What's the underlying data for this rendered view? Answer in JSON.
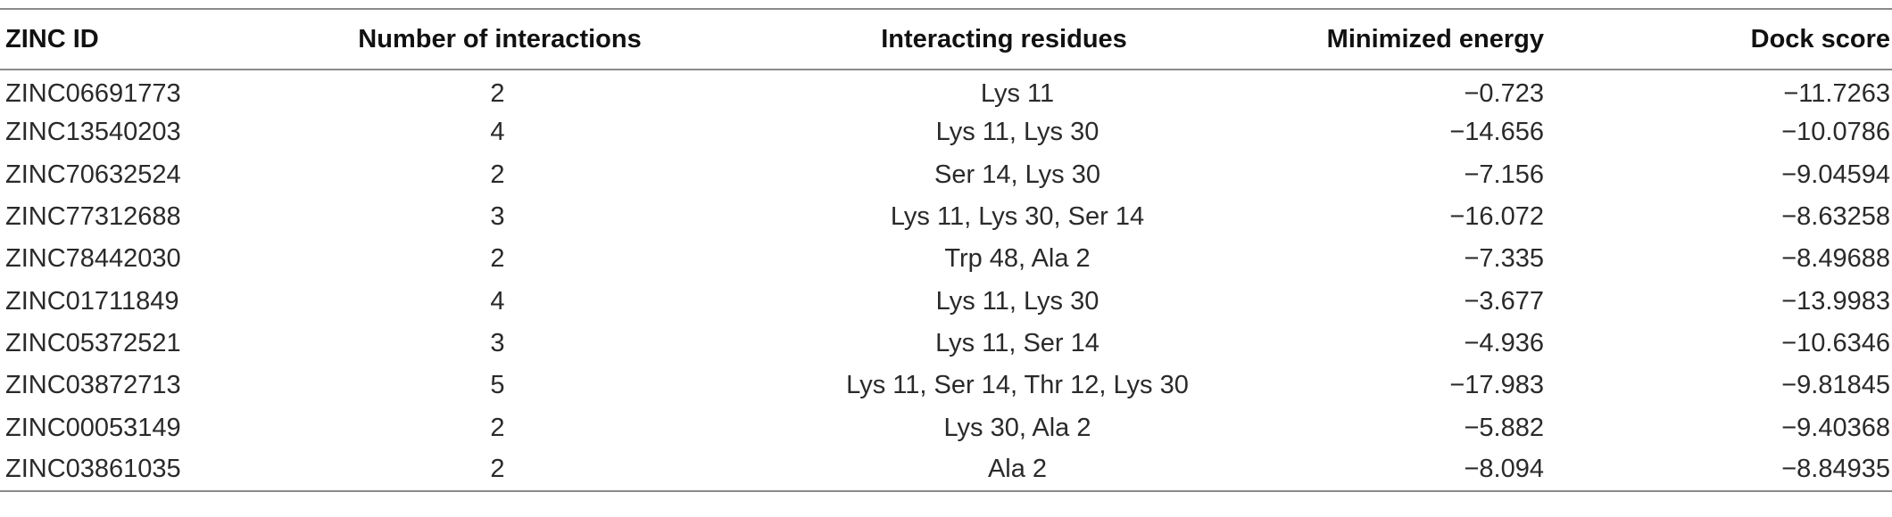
{
  "table": {
    "headers": [
      "ZINC ID",
      "Number of interactions",
      "Interacting residues",
      "Minimized energy",
      "Dock score"
    ],
    "rows": [
      [
        "ZINC06691773",
        "2",
        "Lys 11",
        "−0.723",
        "−11.7263"
      ],
      [
        "ZINC13540203",
        "4",
        "Lys 11, Lys 30",
        "−14.656",
        "−10.0786"
      ],
      [
        "ZINC70632524",
        "2",
        "Ser 14, Lys 30",
        "−7.156",
        "−9.04594"
      ],
      [
        "ZINC77312688",
        "3",
        "Lys 11, Lys 30, Ser 14",
        "−16.072",
        "−8.63258"
      ],
      [
        "ZINC78442030",
        "2",
        "Trp 48, Ala 2",
        "−7.335",
        "−8.49688"
      ],
      [
        "ZINC01711849",
        "4",
        "Lys 11, Lys 30",
        "−3.677",
        "−13.9983"
      ],
      [
        "ZINC05372521",
        "3",
        "Lys 11, Ser 14",
        "−4.936",
        "−10.6346"
      ],
      [
        "ZINC03872713",
        "5",
        "Lys 11, Ser 14, Thr 12, Lys 30",
        "−17.983",
        "−9.81845"
      ],
      [
        "ZINC00053149",
        "2",
        "Lys 30, Ala 2",
        "−5.882",
        "−9.40368"
      ],
      [
        "ZINC03861035",
        "2",
        "Ala 2",
        "−8.094",
        "−8.84935"
      ]
    ]
  },
  "colors": {
    "rule": "#8a8a8a",
    "text": "#2a2a2a",
    "header_text": "#111111"
  }
}
